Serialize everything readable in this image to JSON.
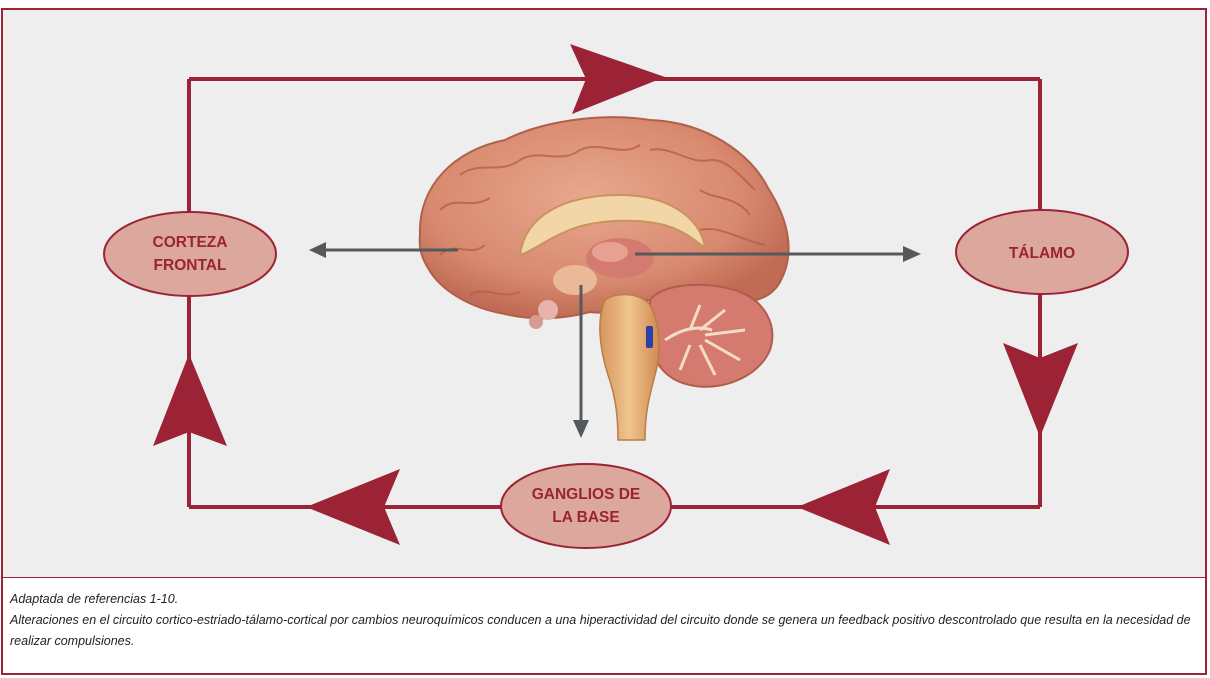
{
  "nodes": {
    "corteza_frontal": [
      "CORTEZA",
      "FRONTAL"
    ],
    "talamo": [
      "TÁLAMO"
    ],
    "ganglios_de_la_base": [
      "GANGLIOS DE",
      "LA BASE"
    ]
  },
  "caption": {
    "source": "Adaptada de referencias 1-10.",
    "description": "Alteraciones en el circuito cortico-estriado-tálamo-cortical por cambios neuroquímicos conducen a una hiperactividad del circuito donde se genera un feedback positivo descontrolado que resulta en la necesidad de realizar compulsiones."
  },
  "colors": {
    "circuit": "#9b2335",
    "node_fill": "#dca79c",
    "panel": "#eeeeee",
    "pointer_arrows": "#55595c"
  },
  "icons": {
    "center_image": "brain-sagittal-icon"
  }
}
